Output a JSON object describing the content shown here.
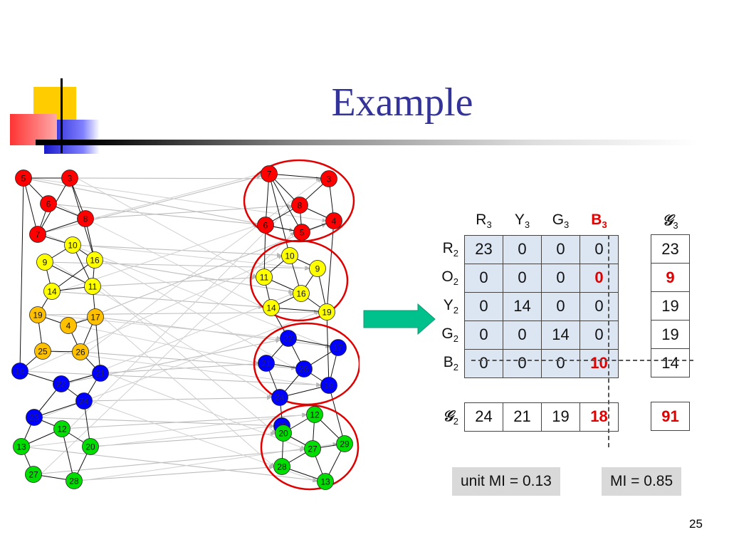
{
  "slide": {
    "title": "Example",
    "page_number": "25"
  },
  "graph": {
    "left_nodes": [
      {
        "label": "5",
        "color": "#ff0000"
      },
      {
        "label": "3",
        "color": "#ff0000"
      },
      {
        "label": "6",
        "color": "#ff0000"
      },
      {
        "label": "8",
        "color": "#ff0000"
      },
      {
        "label": "7",
        "color": "#ff0000"
      },
      {
        "label": "10",
        "color": "#ffff00"
      },
      {
        "label": "9",
        "color": "#ffff00"
      },
      {
        "label": "16",
        "color": "#ffff00"
      },
      {
        "label": "14",
        "color": "#ffff00"
      },
      {
        "label": "11",
        "color": "#ffff00"
      },
      {
        "label": "19",
        "color": "#ffc000"
      },
      {
        "label": "4",
        "color": "#ffc000"
      },
      {
        "label": "17",
        "color": "#ffc000"
      },
      {
        "label": "25",
        "color": "#ffc000"
      },
      {
        "label": "26",
        "color": "#ffc000"
      },
      {
        "label": "18",
        "color": "#0000ff"
      },
      {
        "label": "21",
        "color": "#0000ff"
      },
      {
        "label": "22",
        "color": "#0000ff"
      },
      {
        "label": "24",
        "color": "#0000ff"
      },
      {
        "label": "23",
        "color": "#0000ff"
      },
      {
        "label": "12",
        "color": "#00dd00"
      },
      {
        "label": "13",
        "color": "#00dd00"
      },
      {
        "label": "20",
        "color": "#00dd00"
      },
      {
        "label": "27",
        "color": "#00dd00"
      },
      {
        "label": "28",
        "color": "#00dd00"
      }
    ],
    "right_nodes": [
      {
        "label": "7",
        "color": "#ff0000"
      },
      {
        "label": "3",
        "color": "#ff0000"
      },
      {
        "label": "8",
        "color": "#ff0000"
      },
      {
        "label": "6",
        "color": "#ff0000"
      },
      {
        "label": "5",
        "color": "#ff0000"
      },
      {
        "label": "4",
        "color": "#ff0000"
      },
      {
        "label": "10",
        "color": "#ffff00"
      },
      {
        "label": "9",
        "color": "#ffff00"
      },
      {
        "label": "11",
        "color": "#ffff00"
      },
      {
        "label": "16",
        "color": "#ffff00"
      },
      {
        "label": "14",
        "color": "#ffff00"
      },
      {
        "label": "19",
        "color": "#ffff00"
      },
      {
        "label": "22",
        "color": "#0000ff"
      },
      {
        "label": "17",
        "color": "#0000ff"
      },
      {
        "label": "21",
        "color": "#0000ff"
      },
      {
        "label": "26",
        "color": "#0000ff"
      },
      {
        "label": "18",
        "color": "#0000ff"
      },
      {
        "label": "24",
        "color": "#0000ff"
      },
      {
        "label": "23",
        "color": "#0000ff"
      },
      {
        "label": "12",
        "color": "#00dd00"
      },
      {
        "label": "20",
        "color": "#00dd00"
      },
      {
        "label": "29",
        "color": "#00dd00"
      },
      {
        "label": "27",
        "color": "#00dd00"
      },
      {
        "label": "28",
        "color": "#00dd00"
      },
      {
        "label": "13",
        "color": "#00dd00"
      }
    ],
    "cluster_color": "#e00000",
    "arrow_color": "#00c08b"
  },
  "table": {
    "col_headers": [
      {
        "base": "R",
        "sub": "3"
      },
      {
        "base": "Y",
        "sub": "3"
      },
      {
        "base": "G",
        "sub": "3"
      },
      {
        "base": "B",
        "sub": "3"
      }
    ],
    "total_col_header": {
      "base": "𝒢",
      "sub": "3"
    },
    "rows": [
      {
        "label": {
          "base": "R",
          "sub": "2"
        },
        "cells": [
          "23",
          "0",
          "0",
          "0"
        ],
        "total": "23"
      },
      {
        "label": {
          "base": "O",
          "sub": "2"
        },
        "cells": [
          "0",
          "0",
          "0",
          "0"
        ],
        "total": "9"
      },
      {
        "label": {
          "base": "Y",
          "sub": "2"
        },
        "cells": [
          "0",
          "14",
          "0",
          "0"
        ],
        "total": "19"
      },
      {
        "label": {
          "base": "G",
          "sub": "2"
        },
        "cells": [
          "0",
          "0",
          "14",
          "0"
        ],
        "total": "19"
      },
      {
        "label": {
          "base": "B",
          "sub": "2"
        },
        "cells": [
          "0",
          "0",
          "0",
          "10"
        ],
        "total": "14"
      }
    ],
    "total_row": {
      "label": {
        "base": "𝒢",
        "sub": "2"
      },
      "cells": [
        "24",
        "21",
        "19",
        "18"
      ],
      "total": "91"
    }
  },
  "metrics": {
    "unit_mi": "unit MI = 0.13",
    "mi": "MI = 0.85"
  }
}
